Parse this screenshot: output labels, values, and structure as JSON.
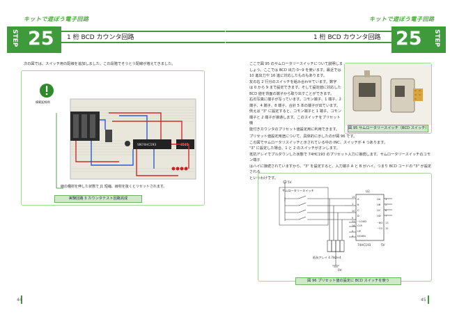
{
  "brand": "キットで遊ぼう電子回路",
  "left": {
    "step_word": "STEP",
    "step_num": "25",
    "title": "1 桁 BCD カウンタ回路",
    "intro": "次の図では、スイッチ用の配線を追加しました。この段階でそうとう配線が増えてきました。",
    "warning_label": "模範配線例",
    "photo_caption": "線の種材を伸した状態で J1 短縮、線材を抜くとリセットされます。",
    "figure_label": "実験回路 3 カウンタテスト回路完成",
    "chip1": "SN74HC193",
    "chip2": "4543",
    "page": "44"
  },
  "right": {
    "step_word": "STEP",
    "step_num": "25",
    "title": "1 桁 BCD カウンタ回路",
    "para1": [
      "ここで図 95 のサムロータリースイッチについて説明しま",
      "しょう。ここでは BCD 出力 0~9 を使います。最近では",
      "10 進出力や 16 進に対応したものもあります。",
      "友の右 2 行分のスイッチを組み合わせています。数字",
      "は 0 から 9 まで設定できます。そして設定値に対応した",
      "BCD 値を背面の端子から取り出すことができます。",
      "右の写真に端子が写っています。コモン端子、1 端子、2",
      "端子、4 端子、8 端子、合計 5 本の端子が出ています。",
      "例えば \"3\" に設定すると、コモン端子と 1 端子、コモン",
      "端子と 2 端子が導通します。このスイッチをプリセット機",
      "能付きカウンタのプリセット値設定用に利用できます。"
    ],
    "photo_caption": "図 95 サムロータリースイッチ（BCD スイッチ）",
    "para2": [
      "プリセット値設定用途について、具体的に示したのが図 96 です。",
      "この図でサムロータリスイッチと示されている中の INC、スイッチが 4 つあります。",
      "\"3\" に設定した場合、1 と 2 のスイッチがオンします。",
      "抵抗アレイでプルダウンした状態で 74HC193 のプリセット入力に接続します。サムロータリースイッチのコモン端子",
      "はハイに接続されていますから、\"3\" を設定すると、入力端子 A と B がハイ。つまり BCD コードの \"3\" が設定される",
      "というわけです。"
    ],
    "schematic": {
      "vcc": "5V",
      "switch_label": "サムロータリースイッチ",
      "ic_name": "U2",
      "ic_part": "74HC193",
      "ic_pins_left": [
        "A",
        "B",
        "C",
        "D",
        "~LOAD",
        "CLR",
        "UP",
        "DOWN"
      ],
      "ic_pins_right": [
        "QA",
        "QB",
        "QC",
        "QD",
        "~BO",
        "~CO"
      ],
      "pin_nums_left": [
        "15",
        "1",
        "10",
        "9",
        "11",
        "14",
        "5",
        "4"
      ],
      "pin_nums_right": [
        "3",
        "2",
        "6",
        "7",
        "13",
        "12"
      ],
      "supply": "5V",
      "resistor_label": "抵抗アレイ 4.7kΩ×4",
      "gnd": "0V"
    },
    "figure_caption": "図 96 プリセット値の設定に BCD スイッチを使う",
    "page": "45"
  },
  "colors": {
    "green": "#3e9a3a",
    "light_green": "#cfe8c8",
    "panel_border": "#a7d39d"
  }
}
